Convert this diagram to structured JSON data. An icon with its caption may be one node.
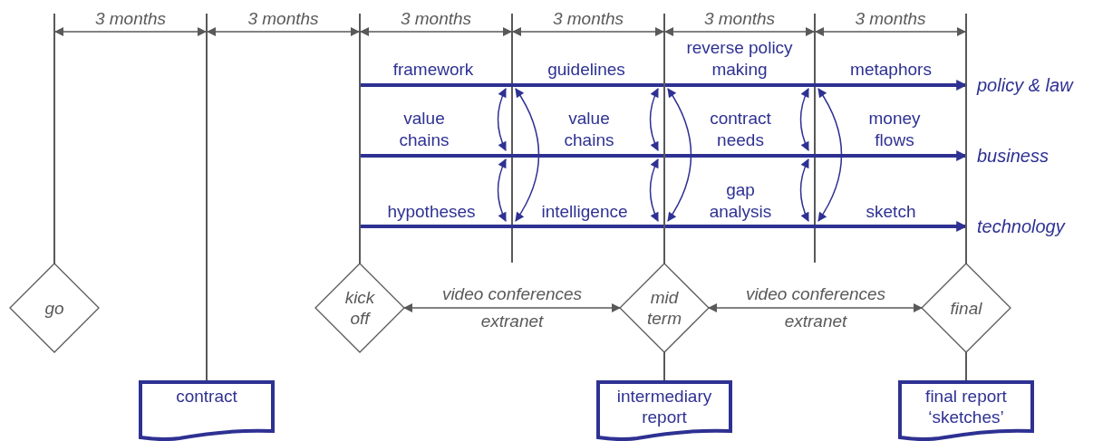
{
  "diagram": {
    "nodes": [
      {
        "text": [
          "go"
        ]
      },
      {
        "text": [
          "contract"
        ]
      },
      {
        "text": [
          "kick off"
        ]
      },
      {
        "text": [
          "mid term"
        ]
      },
      {
        "text": [
          "final"
        ]
      },
      {
        "text": [
          "intermediary report"
        ]
      },
      {
        "text": [
          "final report ‘sketches’"
        ]
      }
    ],
    "edges": [
      {
        "from": null,
        "to": 0,
        "arrow": "none"
      },
      {
        "from": null,
        "to": 1,
        "arrow": "none"
      },
      {
        "from": null,
        "to": 2,
        "arrow": "none"
      },
      {
        "from": null,
        "to": 3,
        "arrow": "none"
      },
      {
        "from": null,
        "to": 4,
        "arrow": "none"
      },
      {
        "from": 2,
        "to": 3,
        "arrow": "both",
        "label": "video conferences"
      },
      {
        "from": 3,
        "to": 4,
        "arrow": "both",
        "label": "video conferences"
      },
      {
        "from": 3,
        "to": 5,
        "arrow": "none"
      },
      {
        "from": 4,
        "to": 6,
        "arrow": "none"
      }
    ],
    "labels": [
      "3 months",
      "3 months",
      "3 months",
      "3 months",
      "3 months",
      "3 months",
      "reverse policy making",
      "framework",
      "guidelines",
      "metaphors",
      "policy & law",
      "value chains",
      "value chains",
      "contract needs",
      "money flows",
      "business",
      "gap analysis",
      "hypotheses",
      "intelligence",
      "sketch",
      "technology",
      "extranet",
      "extranet"
    ]
  }
}
